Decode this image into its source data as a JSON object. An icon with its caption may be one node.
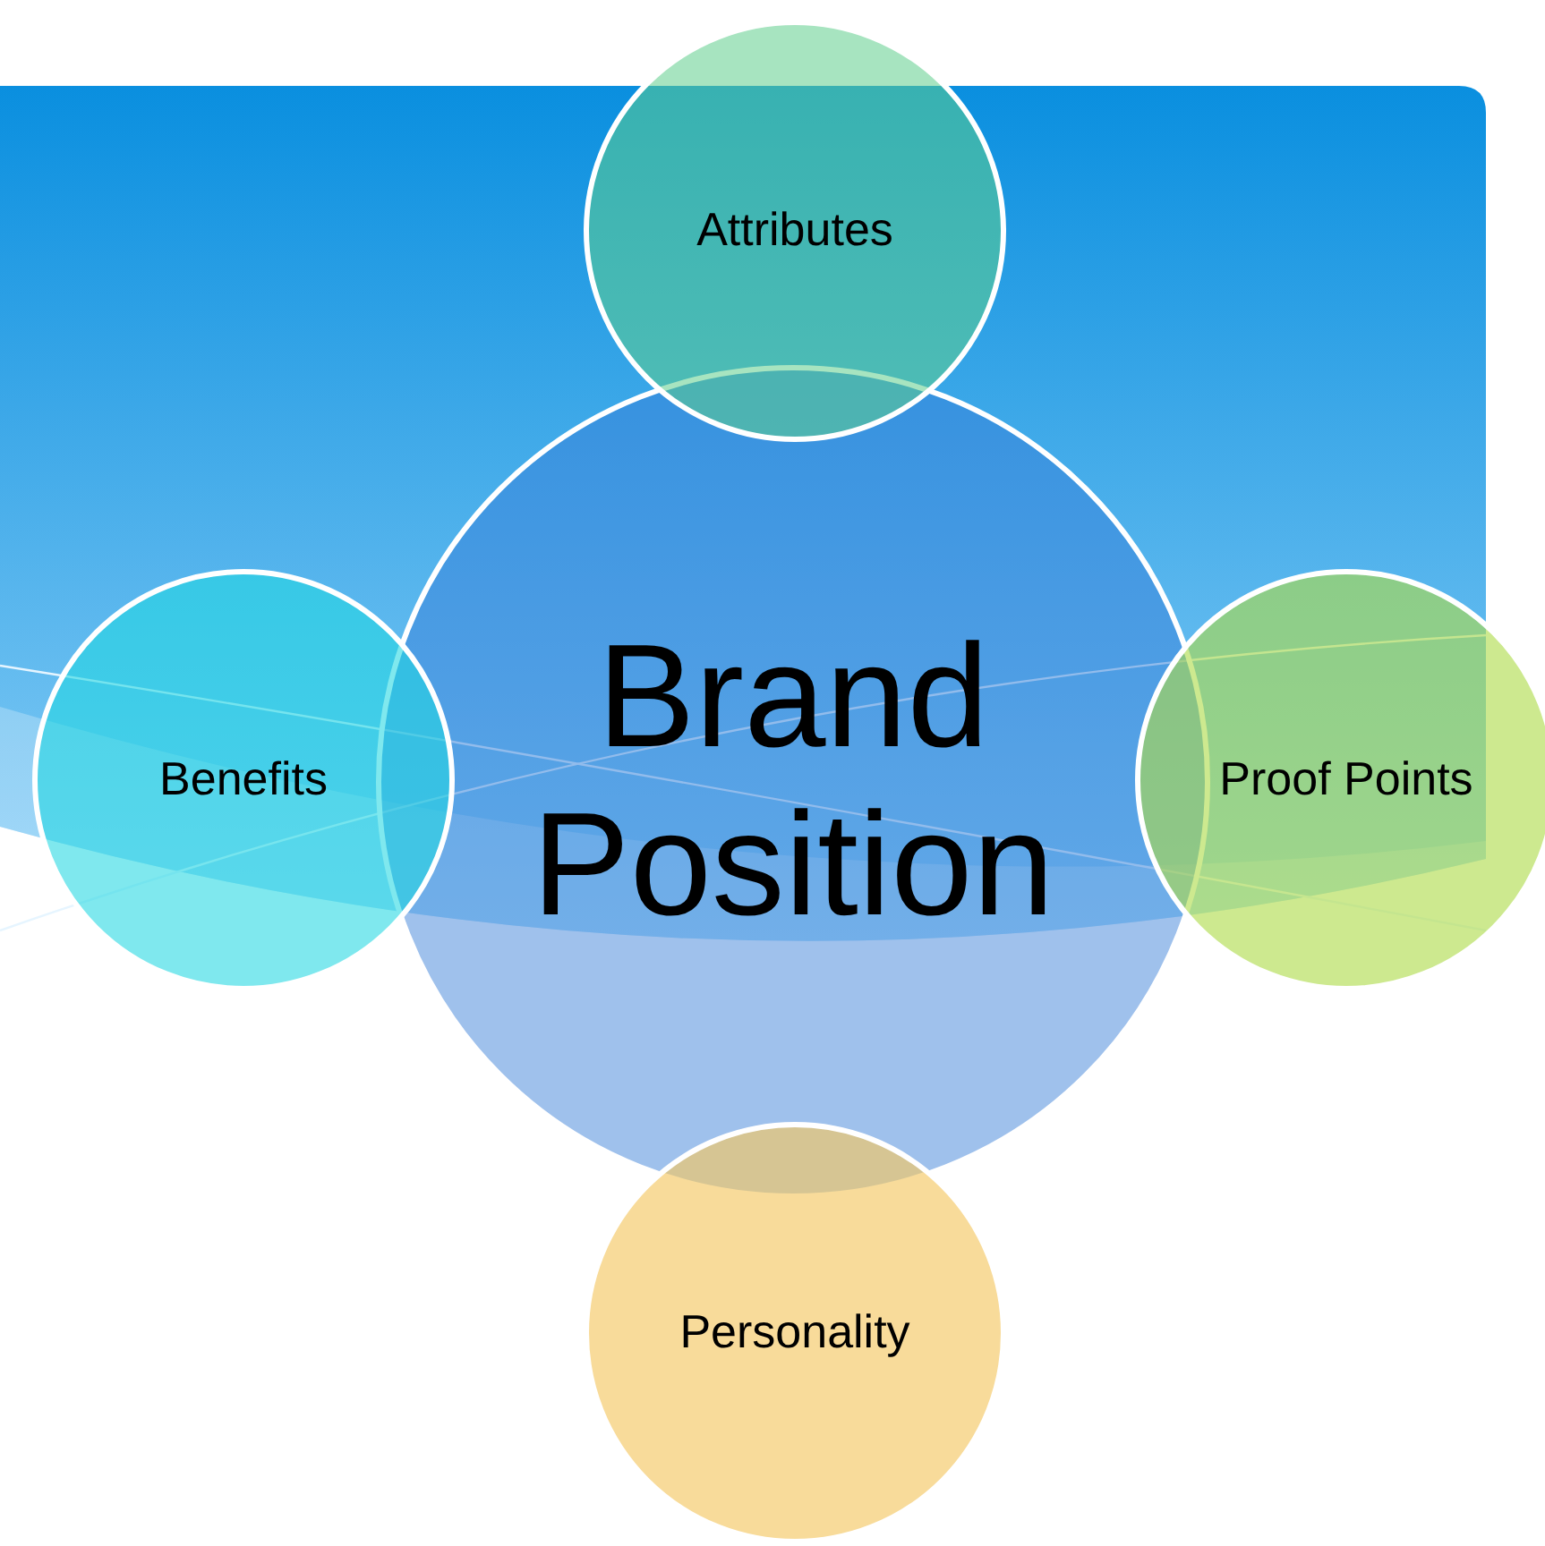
{
  "diagram": {
    "nodes": [
      {
        "text": [
          "Brand Position"
        ]
      },
      {
        "text": [
          "Attributes"
        ]
      },
      {
        "text": [
          "Benefits"
        ]
      },
      {
        "text": [
          "Proof Points"
        ]
      },
      {
        "text": [
          "Personality"
        ]
      }
    ]
  }
}
